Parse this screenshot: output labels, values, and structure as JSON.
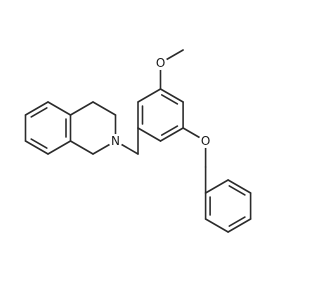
{
  "molecule": {
    "atoms": [
      {
        "id": "n1",
        "label": "N"
      },
      {
        "id": "o1",
        "label": "O"
      },
      {
        "id": "o2",
        "label": "O"
      }
    ]
  }
}
